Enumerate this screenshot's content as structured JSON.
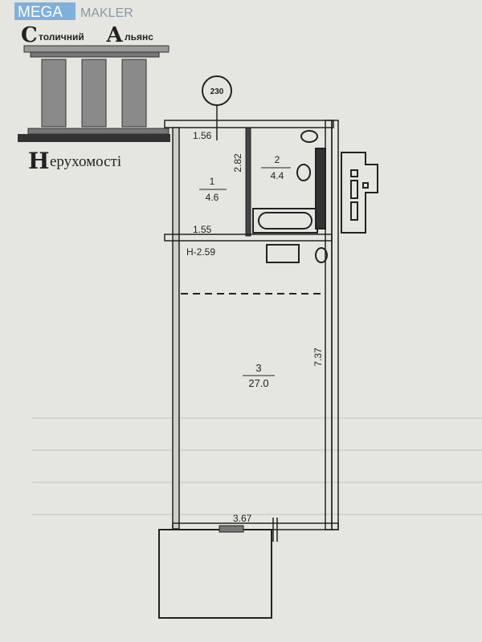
{
  "logo": {
    "watermark_top": "MEGA",
    "watermark_bottom": "MAKLER",
    "line1_initial": "С",
    "line1_rest": "толичний",
    "line1b_initial": "А",
    "line1b_rest": "льянс",
    "line2_initial": "Н",
    "line2_rest": "ерухомості"
  },
  "plan": {
    "axis_marker": "230",
    "rooms": [
      {
        "number": "1",
        "area": "4.6"
      },
      {
        "number": "2",
        "area": "4.4"
      },
      {
        "number": "3",
        "area": "27.0"
      }
    ],
    "dimensions": {
      "top_width": "1.56",
      "room1_height": "2.82",
      "bottom_width_room1": "1.55",
      "ceiling_height": "H-2.59",
      "room3_length": "7.37",
      "window_width": "3.67"
    }
  }
}
